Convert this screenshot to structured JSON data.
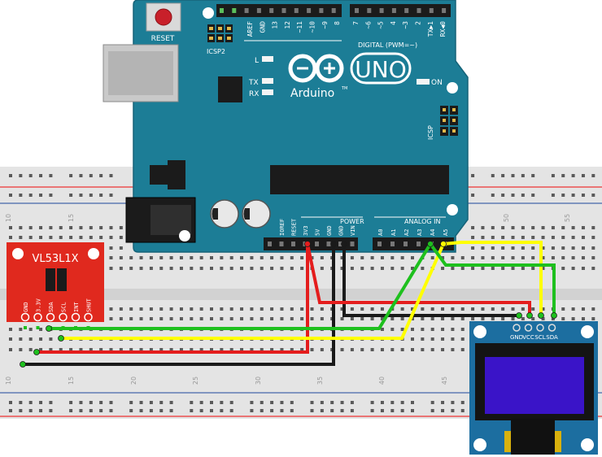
{
  "arduino": {
    "reset_label": "RESET",
    "icsp2_label": "ICSP2",
    "icsp_label": "ICSP",
    "uno_label": "UNO",
    "brand_label": "Arduino",
    "tm": "TM",
    "on_label": "ON",
    "led_labels": [
      "L",
      "TX",
      "RX"
    ],
    "digital_label": "DIGITAL (PWM=~)",
    "digital_pins_left": [
      "AREF",
      "GND",
      "13",
      "12",
      "~11",
      "~10",
      "~9",
      "8"
    ],
    "digital_pins_right": [
      "7",
      "~6",
      "~5",
      "4",
      "~3",
      "2",
      "TX▶1",
      "RX◀0"
    ],
    "power_label": "POWER",
    "power_pins": [
      "IOREF",
      "RESET",
      "3V3",
      "5V",
      "GND",
      "GND",
      "VIN"
    ],
    "analog_label": "ANALOG IN",
    "analog_pins": [
      "A0",
      "A1",
      "A2",
      "A3",
      "A4",
      "A5"
    ]
  },
  "breadboard": {
    "column_numbers": [
      "10",
      "15",
      "20",
      "25",
      "30",
      "35",
      "40",
      "45",
      "50",
      "55"
    ]
  },
  "sensor": {
    "name": "VL53L1X",
    "pins": [
      "GND",
      "3.3V",
      "SDA",
      "SCL",
      "INT",
      "SHUT"
    ]
  },
  "oled": {
    "pins": [
      "GND",
      "VCC",
      "SCL",
      "SDA"
    ]
  },
  "colors": {
    "board": "#1c7d96",
    "breadboard": "#e4e4e4",
    "sensor": "#e0291e",
    "oled_board": "#1c6ea0",
    "screen": "#3a14c8",
    "wire_red": "#e41d1d",
    "wire_green": "#1ec01e",
    "wire_yellow": "#ffff00",
    "wire_black": "#1a1a1a"
  }
}
